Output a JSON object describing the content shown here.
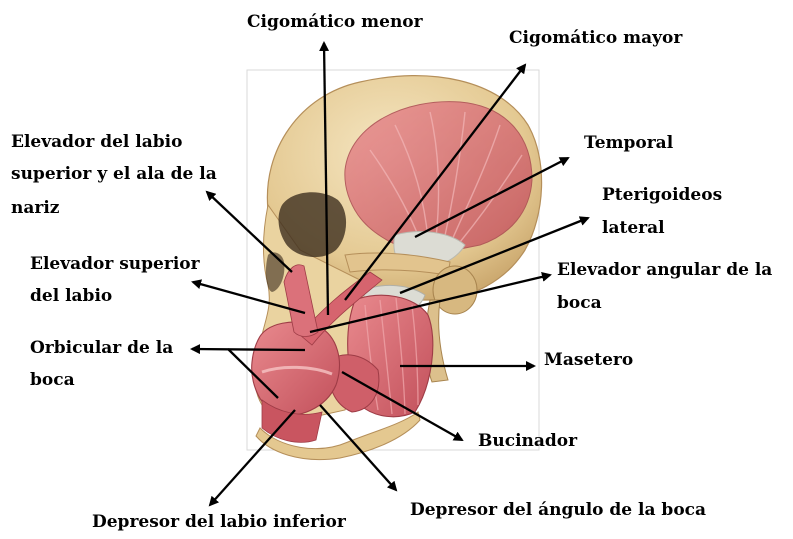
{
  "colors": {
    "background": "#ffffff",
    "bone": "#ecd7a6",
    "bone_shadow": "#c9a56b",
    "muscle": "#d96a72",
    "muscle_dark": "#b94a55",
    "tendon": "#d6d6d0",
    "arrow": "#000000"
  },
  "labels": {
    "cigomatico_menor": "Cigomático menor",
    "cigomatico_mayor": "Cigomático mayor",
    "elevador_labio_ala": [
      "Elevador del labio",
      "superior y el ala de la",
      "nariz"
    ],
    "temporal": "Temporal",
    "pterigoideos": [
      "Pterigoideos",
      "lateral"
    ],
    "elevador_superior": [
      "Elevador superior",
      "del labio"
    ],
    "elevador_angular": [
      "Elevador angular de la",
      "boca"
    ],
    "orbicular": [
      "Orbicular de la",
      "boca"
    ],
    "masetero": "Masetero",
    "bucinador": "Bucinador",
    "depresor_labio_inferior": "Depresor del labio inferior",
    "depresor_angulo": "Depresor del ángulo de la boca"
  }
}
